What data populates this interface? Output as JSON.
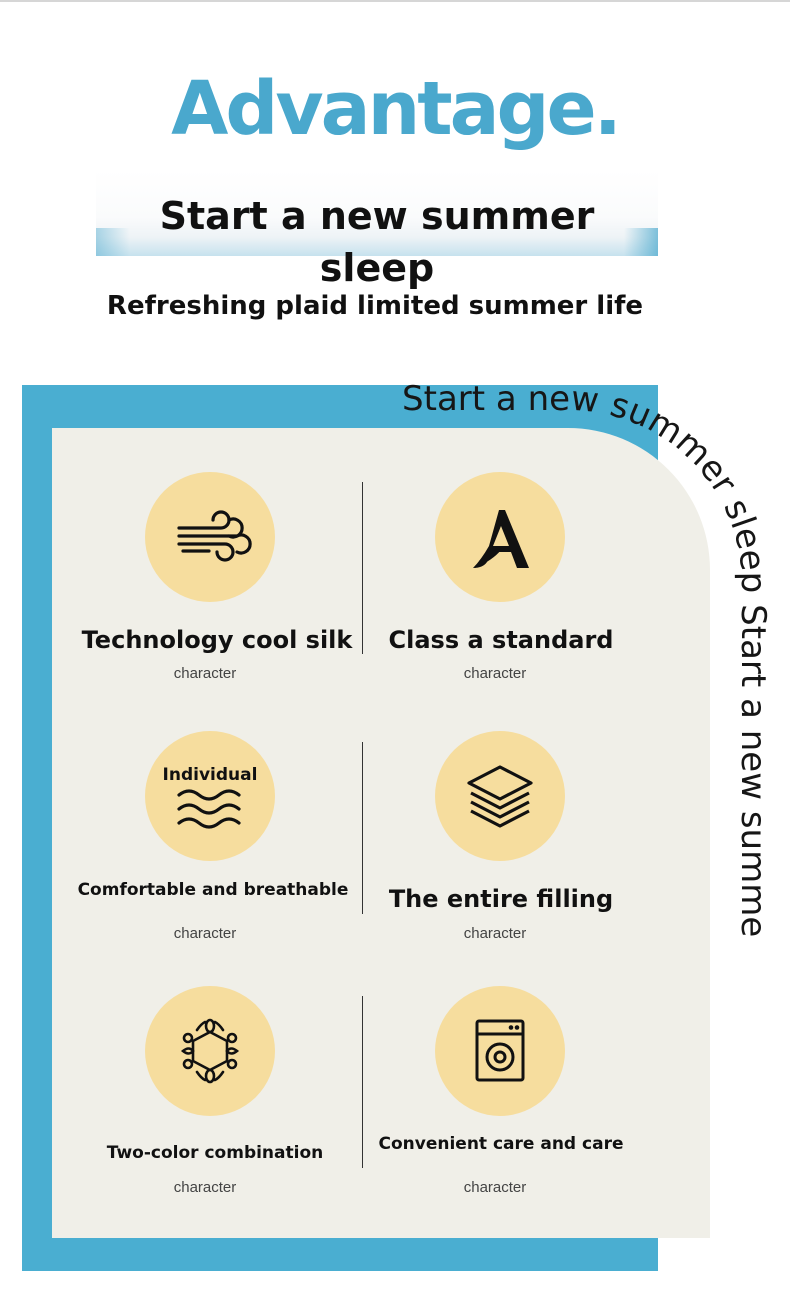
{
  "headline": "Advantage.",
  "banner": {
    "title": "Start a new summer sleep"
  },
  "tagline": "Refreshing plaid limited summer life",
  "arc_text": "Start a new summer sleep Start a new summer",
  "colors": {
    "accent_blue": "#4aaed1",
    "circle_yellow": "#f6dd9e",
    "panel_bg": "#f0efe8"
  },
  "features": [
    {
      "icon": "wind-icon",
      "title": "Technology cool silk",
      "subtitle": "character"
    },
    {
      "icon": "letter-a-icon",
      "title": "Class a standard",
      "subtitle": "character"
    },
    {
      "icon": "waves-icon",
      "icon_label": "Individual",
      "title": "Comfortable and breathable",
      "subtitle": "character"
    },
    {
      "icon": "layers-icon",
      "title": "The entire filling",
      "subtitle": "character"
    },
    {
      "icon": "pattern-icon",
      "title": "Two-color combination",
      "subtitle": "character"
    },
    {
      "icon": "washing-machine-icon",
      "title": "Convenient care and care",
      "subtitle": "character"
    }
  ]
}
